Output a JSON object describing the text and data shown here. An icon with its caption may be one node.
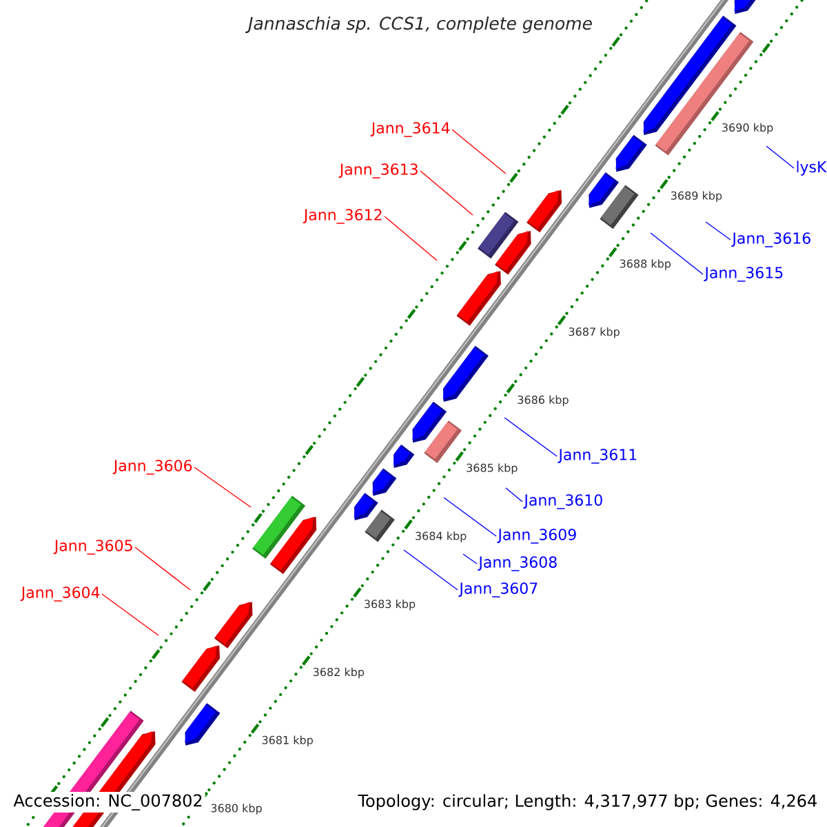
{
  "diagram": {
    "title": "Jannaschia sp. CCS1, complete genome",
    "nodes": [
      {
        "text": [
          "Jann_3614"
        ]
      },
      {
        "text": [
          "lysK"
        ]
      },
      {
        "text": [
          "Jann_3613"
        ]
      },
      {
        "text": [
          "Jann_3612"
        ]
      },
      {
        "text": [
          "Jann_3616"
        ]
      },
      {
        "text": [
          "Jann_3615"
        ]
      },
      {
        "text": [
          "Jann_3611"
        ]
      },
      {
        "text": [
          "Jann_3606"
        ]
      },
      {
        "text": [
          "Jann_3610"
        ]
      },
      {
        "text": [
          "Jann_3609"
        ]
      },
      {
        "text": [
          "Jann_3605"
        ]
      },
      {
        "text": [
          "Jann_3608"
        ]
      },
      {
        "text": [
          "Jann_3607"
        ]
      },
      {
        "text": [
          "Jann_3604"
        ]
      }
    ],
    "edges": [
      {
        "from": 0,
        "to": null,
        "arrow": "none",
        "color": "#ff0000"
      },
      {
        "from": 1,
        "to": null,
        "arrow": "none"
      },
      {
        "from": 2,
        "to": null,
        "arrow": "none",
        "color": "#ff0000"
      },
      {
        "from": 3,
        "to": null,
        "arrow": "none",
        "color": "#ff0000"
      },
      {
        "from": 4,
        "to": null,
        "arrow": "none"
      },
      {
        "from": 5,
        "to": null,
        "arrow": "none"
      },
      {
        "from": 6,
        "to": null,
        "arrow": "none"
      },
      {
        "from": 7,
        "to": null,
        "arrow": "none",
        "color": "#ff0000"
      },
      {
        "from": 8,
        "to": null,
        "arrow": "none"
      },
      {
        "from": 9,
        "to": null,
        "arrow": "none"
      },
      {
        "from": 10,
        "to": null,
        "arrow": "none",
        "color": "#ff0000"
      },
      {
        "from": 11,
        "to": null,
        "arrow": "none"
      },
      {
        "from": 12,
        "to": null,
        "arrow": "none"
      },
      {
        "from": 13,
        "to": null,
        "arrow": "none",
        "color": "#ff0000"
      }
    ],
    "labels": [
      "3690 kbp",
      "3689 kbp",
      "3688 kbp",
      "3687 kbp",
      "3686 kbp",
      "3685 kbp",
      "3684 kbp",
      "3683 kbp",
      "3682 kbp",
      "3681 kbp",
      "3680 kbp",
      "Accession: NC_007802",
      "Topology: circular; Length: 4,317,977 bp; Genes: 4,264"
    ]
  }
}
